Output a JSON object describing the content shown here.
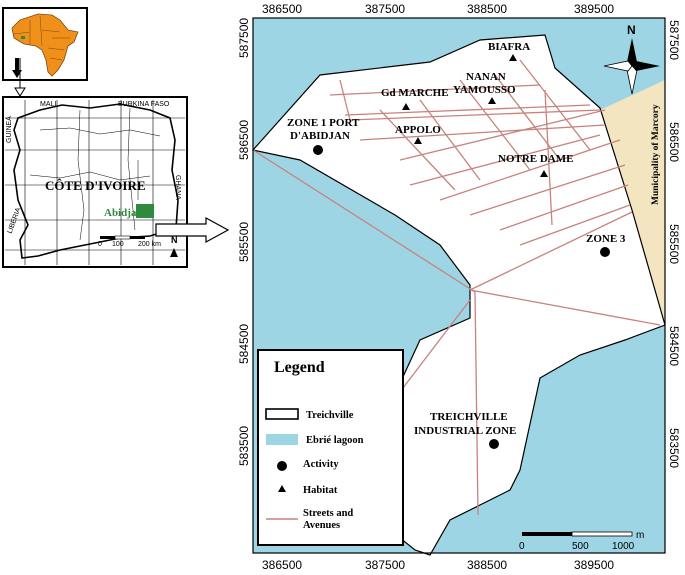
{
  "colors": {
    "lagoon": "#9ed5e4",
    "land": "#ffffff",
    "marcory": "#f3e5c0",
    "streets": "#c8827c",
    "africa": "#f0901a",
    "abidjan": "#2e8b3e"
  },
  "axes": {
    "x_ticks": [
      "386500",
      "387500",
      "388500",
      "389500"
    ],
    "y_ticks": [
      "587500",
      "586500",
      "585500",
      "584500",
      "583500"
    ]
  },
  "places": {
    "biafra": "BIAFRA",
    "gd_marche": "Gd MARCHE",
    "nanan_line1": "NANAN",
    "nanan_line2": "YAMOUSSO",
    "appolo": "APPOLO",
    "notre_dame": "NOTRE DAME",
    "zone1_line1": "ZONE 1 PORT",
    "zone1_line2": "D'ABIDJAN",
    "zone3": "ZONE 3",
    "industrial_line1": "TREICHVILLE",
    "industrial_line2": "INDUSTRIAL ZONE",
    "marcory": "Municipality of Marcory"
  },
  "compass": {
    "north": "N"
  },
  "legend": {
    "title": "Legend",
    "items": [
      "Treichville",
      "Ebrié lagoon",
      "Activity",
      "Habitat",
      "Streets and Avenues"
    ]
  },
  "scale": {
    "unit": "m",
    "labels": [
      "0",
      "500",
      "1000"
    ]
  },
  "inset": {
    "country": "CÔTE D'IVOIRE",
    "city": "Abidjan",
    "neighbors": [
      "MALI",
      "BURKINA FASO",
      "GUINEA",
      "LIBERIA",
      "GHANA"
    ],
    "scale_labels": [
      "0",
      "100",
      "200 km"
    ],
    "north": "N"
  }
}
